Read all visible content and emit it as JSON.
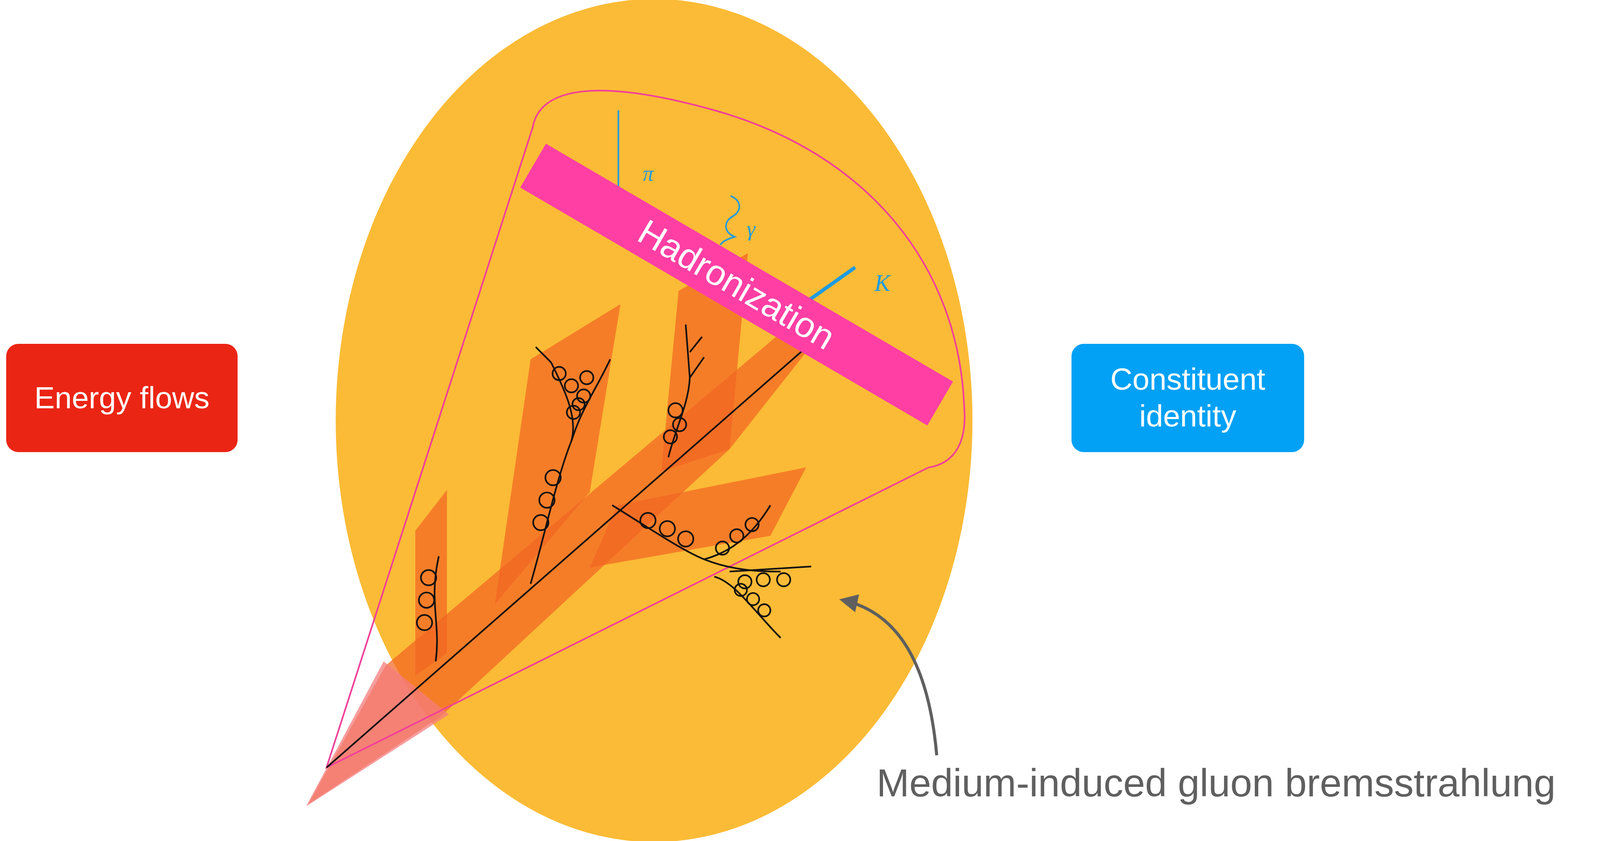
{
  "diagram": {
    "nodes": [
      {
        "text": [
          "Energy flows"
        ]
      },
      {
        "text": [
          "Hadronization"
        ]
      },
      {
        "text": [
          "Constituent identity"
        ]
      }
    ],
    "labels": [
      "π",
      "γ",
      "K",
      "Medium-induced gluon bremsstrahlung"
    ]
  }
}
